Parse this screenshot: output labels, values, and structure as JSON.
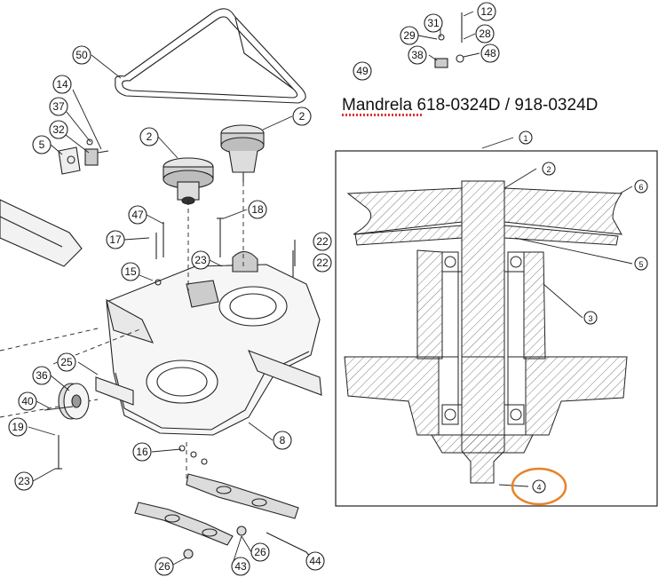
{
  "title": "Mandrela 618-0324D / 918-0324D",
  "exploded_callouts": [
    "50",
    "14",
    "37",
    "32",
    "5",
    "2",
    "2",
    "47",
    "17",
    "18",
    "23",
    "22",
    "22",
    "15",
    "25",
    "36",
    "40",
    "19",
    "23",
    "16",
    "8",
    "26",
    "43",
    "26",
    "44",
    "31",
    "12",
    "29",
    "28",
    "38",
    "48",
    "49"
  ],
  "detail_callouts": [
    "1",
    "2",
    "6",
    "5",
    "3",
    "4"
  ],
  "highlight": {
    "callout": "4",
    "color": "#e8822a"
  }
}
